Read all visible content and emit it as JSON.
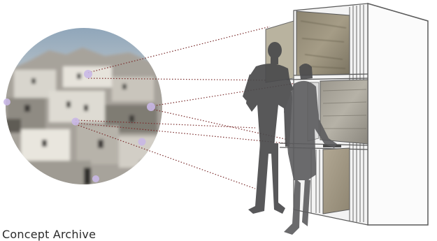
{
  "caption": "Concept Archive",
  "colors": {
    "accent_dot": "#c9b8e6",
    "leader_line": "#7a2c2c",
    "figure": "#4a4a4c",
    "cabinet_frame": "#f7f7f7",
    "cabinet_edge": "#5a5a5a"
  },
  "icons": [
    "city-photo-circle",
    "person-silhouette",
    "sliding-panel-cabinet",
    "hotspot-dot"
  ]
}
